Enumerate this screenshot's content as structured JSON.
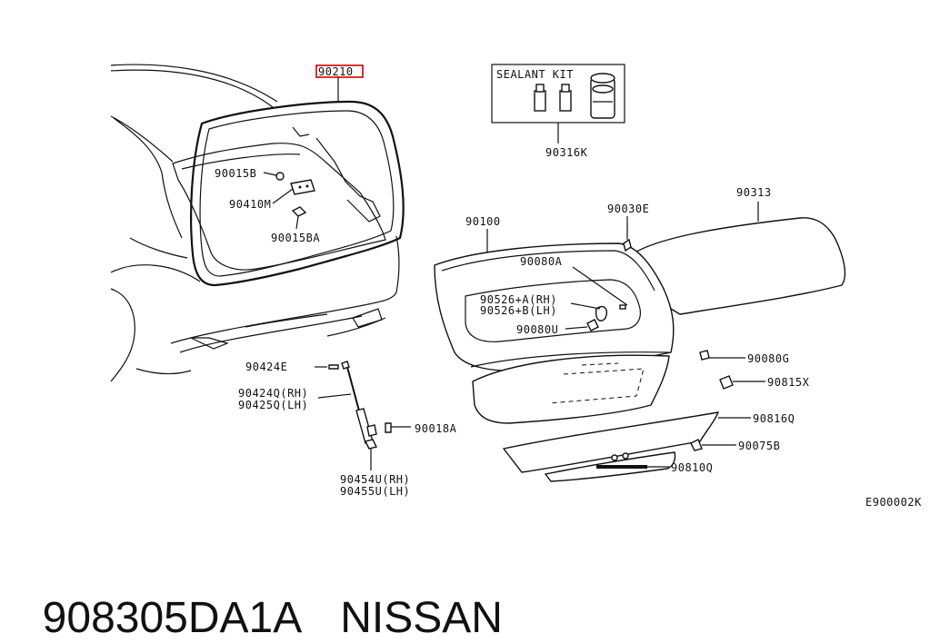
{
  "diagram": {
    "highlight_color": "#d40000",
    "highlighted_part": "90210",
    "labels": {
      "p90015b": "90015B",
      "p90410m": "90410M",
      "p90015ba": "90015BA",
      "sealant_title": "SEALANT KIT",
      "p90316k": "90316K",
      "p90313": "90313",
      "p90100": "90100",
      "p90030e": "90030E",
      "p90080a": "90080A",
      "p90526a": "90526+A(RH)",
      "p90526b": "90526+B(LH)",
      "p90080u": "90080U",
      "p90080g": "90080G",
      "p90815x": "90815X",
      "p90816q": "90816Q",
      "p90075b": "90075B",
      "p90810q": "90810Q",
      "p90424e": "90424E",
      "p90424q": "90424Q(RH)",
      "p90425q": "90425Q(LH)",
      "p90018a": "90018A",
      "p90454u": "90454U(RH)",
      "p90455u": "90455U(LH)",
      "ref_code": "E900002K"
    }
  },
  "footer": {
    "part_number": "908305DA1A",
    "brand": "NISSAN"
  }
}
